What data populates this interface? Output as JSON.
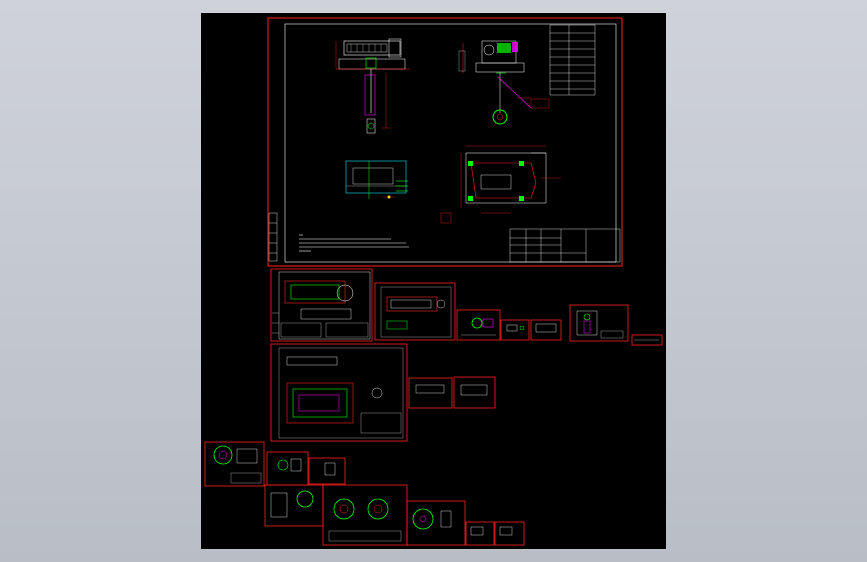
{
  "viewport": {
    "background_color": "#c4c8ce",
    "canvas_color": "#000000"
  },
  "colors": {
    "frame": "#ff2020",
    "geometry": "#ffffff",
    "accent_green": "#00ff00",
    "accent_magenta": "#ff00ff",
    "accent_cyan": "#00e5ff",
    "accent_yellow": "#ffff00"
  },
  "drawing_sheets": [
    {
      "id": "main-assembly-sheet",
      "kind": "assembly"
    },
    {
      "id": "sheet-2",
      "kind": "part"
    },
    {
      "id": "sheet-3",
      "kind": "part"
    },
    {
      "id": "sheet-4",
      "kind": "part"
    },
    {
      "id": "sheet-5",
      "kind": "part"
    },
    {
      "id": "sheet-6",
      "kind": "part"
    },
    {
      "id": "sheet-7",
      "kind": "part"
    },
    {
      "id": "sheet-8",
      "kind": "part"
    },
    {
      "id": "sheet-9",
      "kind": "part"
    },
    {
      "id": "sheet-10",
      "kind": "part"
    },
    {
      "id": "sheet-11",
      "kind": "part"
    },
    {
      "id": "sheet-12",
      "kind": "part"
    },
    {
      "id": "sheet-13",
      "kind": "part"
    },
    {
      "id": "sheet-14",
      "kind": "part"
    },
    {
      "id": "sheet-15",
      "kind": "part"
    },
    {
      "id": "sheet-16",
      "kind": "part"
    },
    {
      "id": "sheet-17",
      "kind": "part"
    },
    {
      "id": "sheet-18",
      "kind": "part"
    },
    {
      "id": "sheet-19",
      "kind": "part"
    }
  ]
}
